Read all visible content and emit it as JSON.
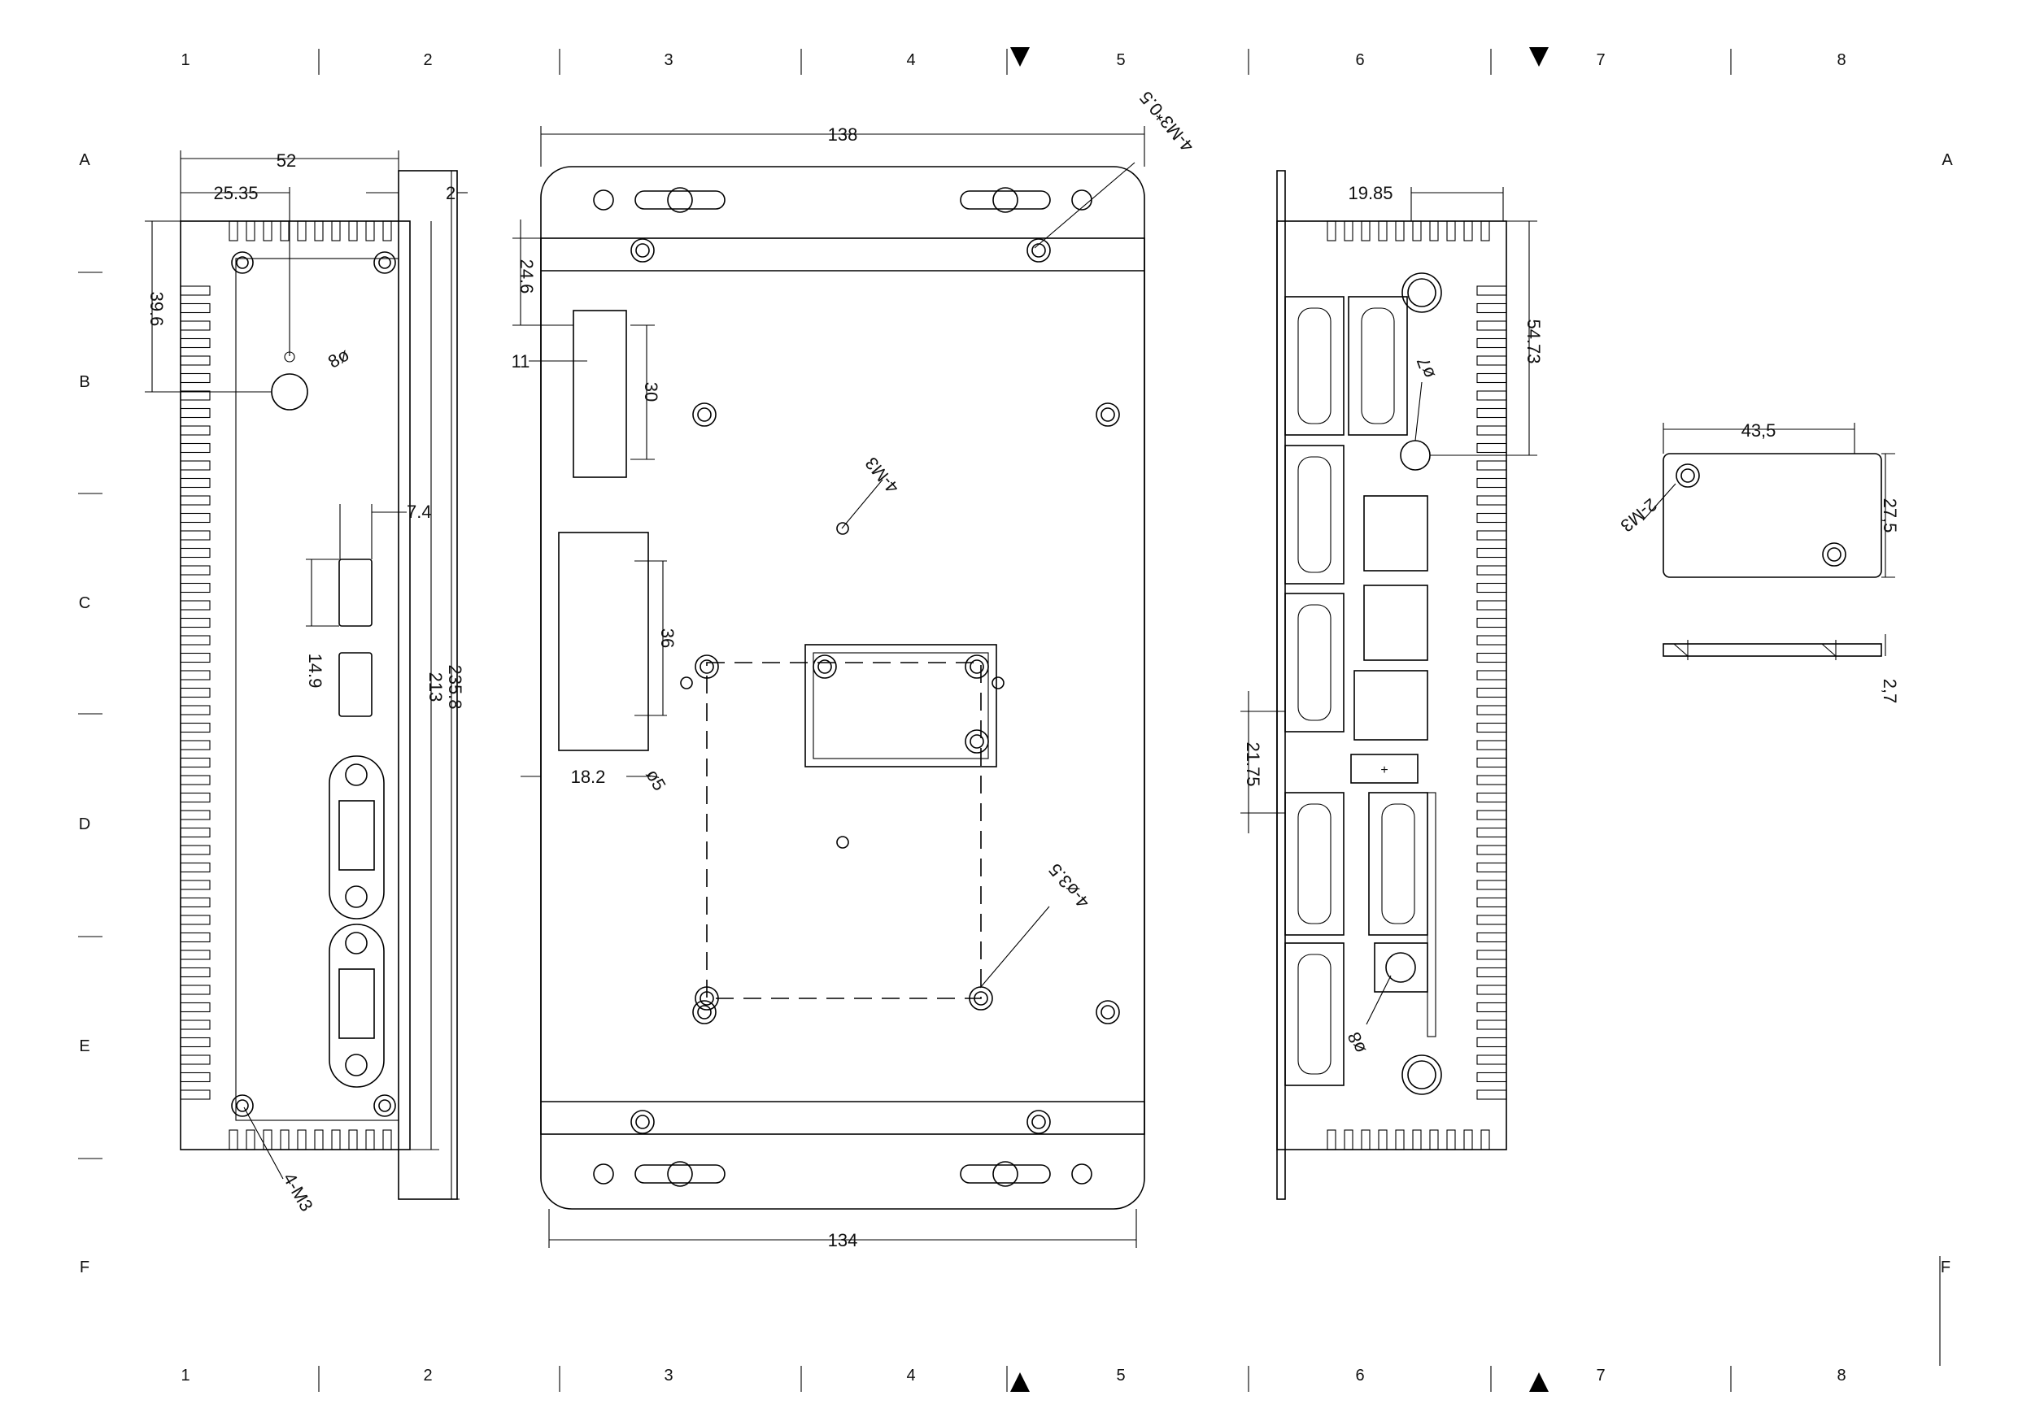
{
  "border": {
    "columns": [
      "1",
      "2",
      "3",
      "4",
      "5",
      "6",
      "7",
      "8"
    ],
    "rows": [
      "A",
      "B",
      "C",
      "D",
      "E",
      "F"
    ]
  },
  "side_view_left": {
    "dims": {
      "width": "52",
      "hole_offset": "25.35",
      "lip": "2",
      "hole_height": "39.6",
      "hole_diameter": "8ø",
      "slot_width": "7.4",
      "slot_height": "14.9",
      "body_height": "213",
      "total_height": "235.8",
      "screws": "4-M3"
    }
  },
  "front_view": {
    "dims": {
      "top_width": "138",
      "bottom_width": "134",
      "rail_offset": "24.6",
      "bracket_offset": "11",
      "bracket_height": "30",
      "mount_height": "36",
      "mount_offset": "18.2",
      "mount_hole": "ø5",
      "top_screws": "4-M3*0.5",
      "center_screws": "4-M3",
      "vesa_holes": "4-ø3.5"
    }
  },
  "side_view_right": {
    "dims": {
      "connector_offset": "19.85",
      "connector_height": "54.73",
      "hole_diameter": "ø7",
      "port_offset": "21.75",
      "antenna_diameter": "ø8",
      "hdmi_symbol": "+"
    }
  },
  "detail_plate": {
    "dims": {
      "width": "43,5",
      "height": "27,5",
      "thickness": "2,7",
      "screws": "2-M3"
    }
  }
}
